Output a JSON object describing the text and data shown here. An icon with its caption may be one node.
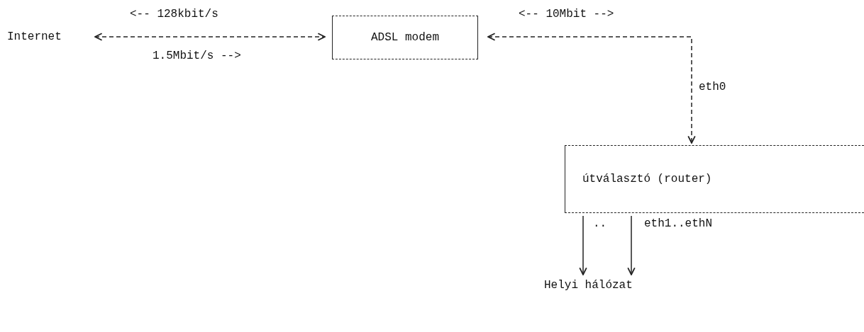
{
  "diagram": {
    "nodes": [
      {
        "text": [
          "Internet"
        ]
      },
      {
        "text": [
          "ADSL modem"
        ]
      },
      {
        "text": [
          "útválasztó (router)"
        ]
      },
      {
        "text": [
          "Helyi hálózat"
        ]
      }
    ],
    "edges": [
      {
        "from": 0,
        "to": 1,
        "arrow": "both",
        "style": "dashed"
      },
      {
        "from": 1,
        "to": 2,
        "arrow": "both",
        "style": "dashed"
      },
      {
        "from": 2,
        "to": 3,
        "arrow": "to"
      },
      {
        "from": 2,
        "to": 3,
        "arrow": "to"
      }
    ],
    "labels": [
      "<-- 128kbit/s",
      "1.5Mbit/s -->",
      "<-- 10Mbit -->",
      "eth0",
      "..",
      "eth1..ethN"
    ]
  }
}
